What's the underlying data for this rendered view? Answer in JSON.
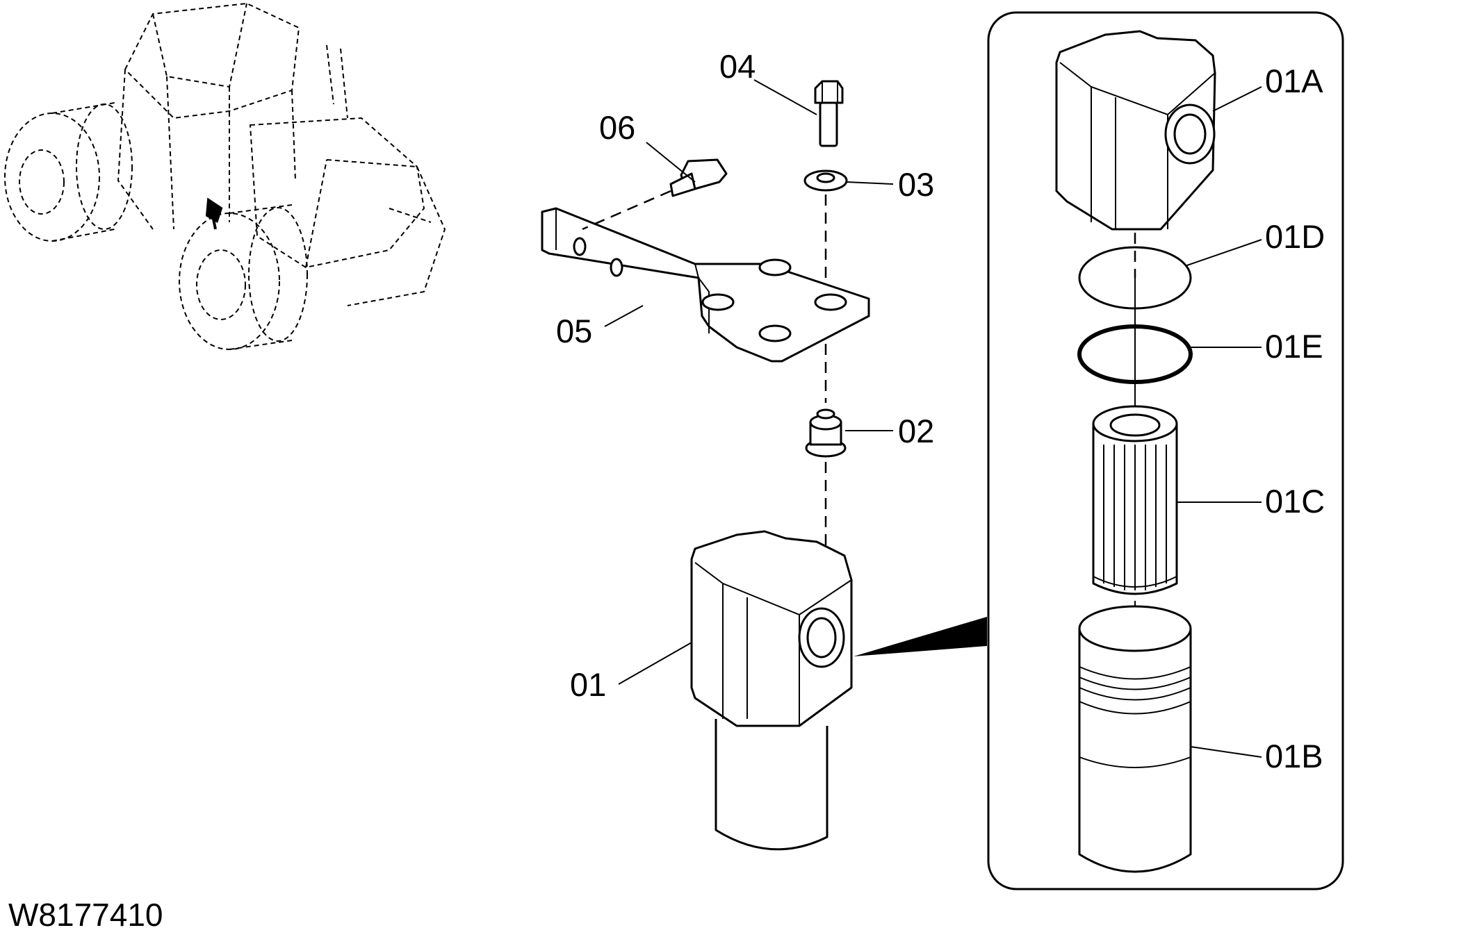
{
  "drawing_code": "W8177410",
  "labels": {
    "p01": "01",
    "p02": "02",
    "p03": "03",
    "p04": "04",
    "p05": "05",
    "p06": "06",
    "p01a": "01A",
    "p01b": "01B",
    "p01c": "01C",
    "p01d": "01D",
    "p01e": "01E"
  }
}
